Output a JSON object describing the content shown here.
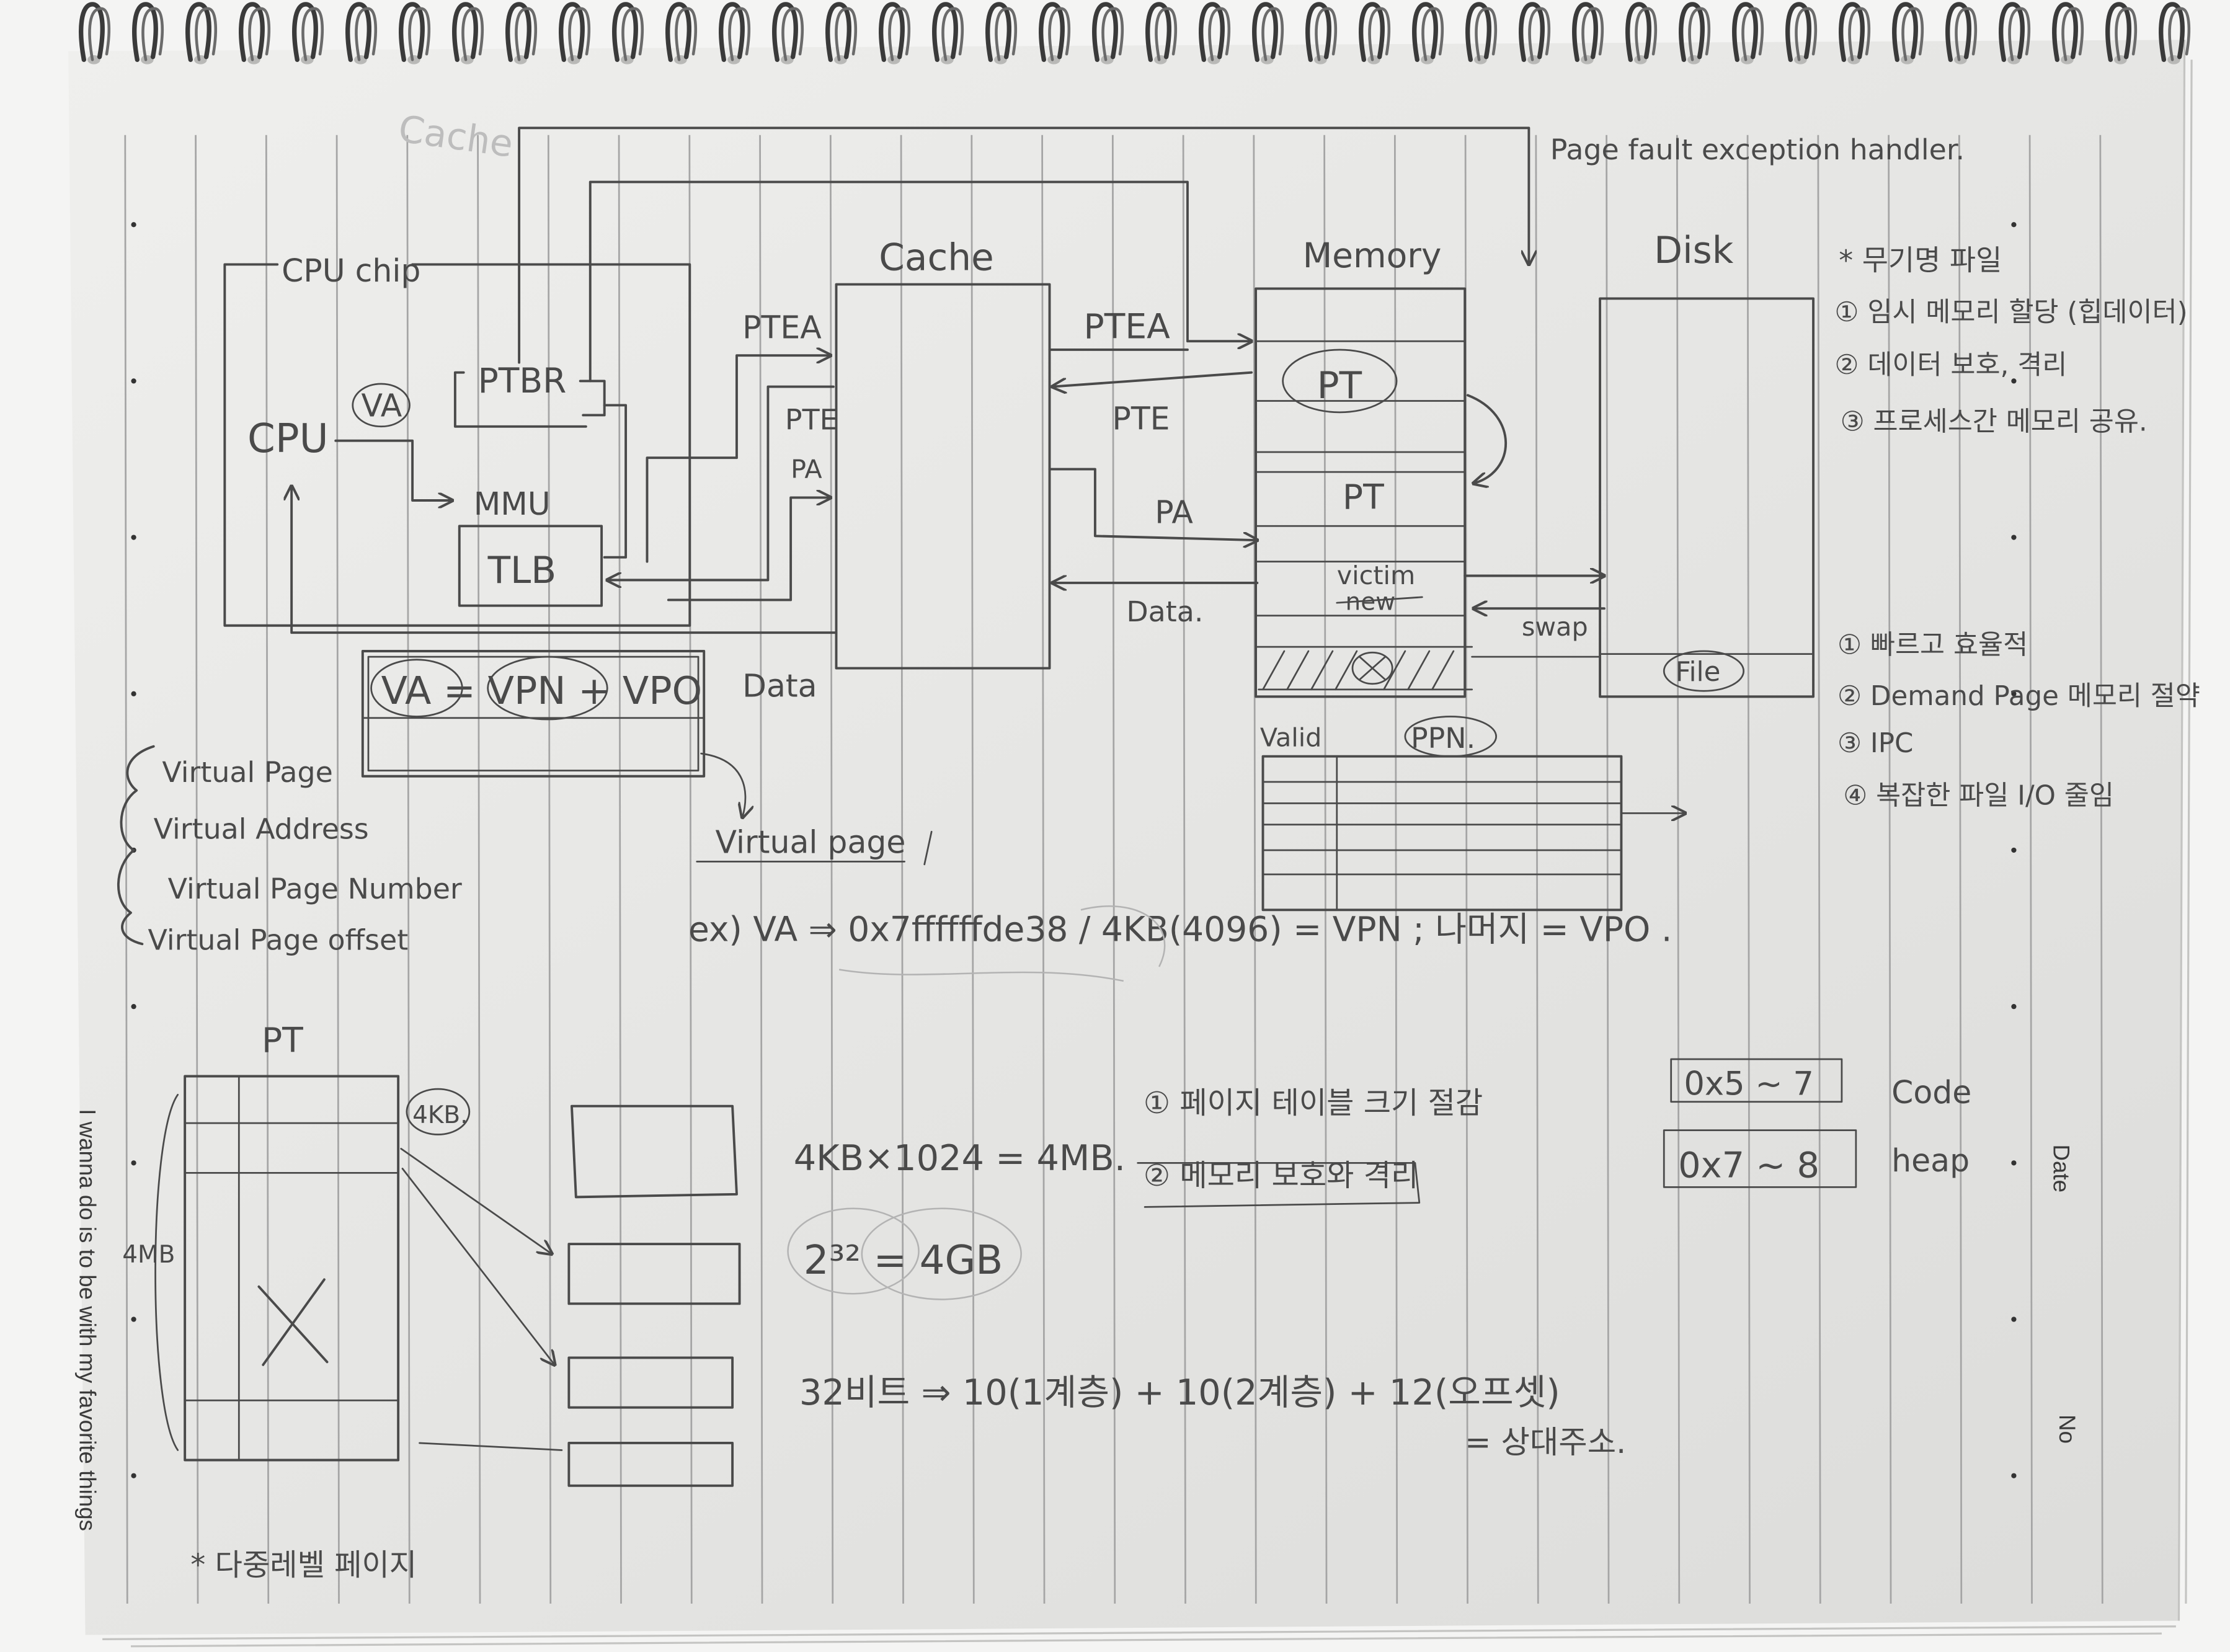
{
  "colors": {
    "paper_light": "#efefed",
    "paper_dark": "#dcdcda",
    "pencil": "#4a4a4a",
    "ruled_line": "#a5a5a5",
    "ring": "#3a3a3a"
  },
  "notebook": {
    "margin_text": "I wanna do is to be with my favorite things",
    "date_label": "Date",
    "no_label": "No"
  },
  "top": {
    "faded_cache": "Cache",
    "page_fault": "Page fault exception handler."
  },
  "cpu_chip": {
    "title": "CPU chip",
    "cpu": "CPU",
    "va": "VA",
    "ptbr": "PTBR",
    "mmu": "MMU",
    "tlb": "TLB",
    "ptea": "PTEA",
    "pte": "PTE",
    "pa": "PA"
  },
  "cache": {
    "title": "Cache",
    "ptea": "PTEA",
    "pte": "PTE",
    "pa": "PA",
    "data": "Data."
  },
  "memory": {
    "title": "Memory",
    "pt_top": "PT",
    "pt_bottom": "PT",
    "victim": "victim",
    "new": "new",
    "swap": "swap"
  },
  "disk": {
    "title": "Disk",
    "file": "File"
  },
  "page_table": {
    "valid": "Valid",
    "ppn": "PPN."
  },
  "va_box": {
    "formula": "VA = VPN + VPO",
    "data": "Data"
  },
  "glossary": [
    "Virtual Page",
    "Virtual Address",
    "Virtual Page Number",
    "Virtual Page offset"
  ],
  "virtual_page_note": "Virtual page",
  "example": "ex) VA ⇒ 0x7ffffffde38 / 4KB(4096) = VPN ; 나머지 = VPO .",
  "anon_file_notes": {
    "title": "* 무기명 파일",
    "items": [
      "① 임시 메모리 할당 (힙데이터)",
      "② 데이터 보호, 격리",
      "③ 프로세스간 메모리 공유."
    ]
  },
  "benefits": [
    "① 빠르고 효율적",
    "② Demand Page 메모리 절약",
    "③ IPC",
    "④ 복잡한 파일 I/O 줄임"
  ],
  "multilevel": {
    "pt_label": "PT",
    "page_size": "4KB.",
    "table_size": "4MB",
    "footnote": "* 다중레벨 페이지"
  },
  "multilevel_benefits": [
    "① 페이지 테이블 크기 절감",
    "② 메모리 보호와 격리"
  ],
  "calculations": {
    "table_size": "4KB×1024 = 4MB.",
    "address_space": "2³² = 4GB",
    "bit_split": "32비트 ⇒ 10(1계층) + 10(2계층) + 12(오프셋)",
    "result": "= 상대주소."
  },
  "segments": [
    {
      "range": "0x5 ~ 7",
      "name": "Code"
    },
    {
      "range": "0x7 ~ 8",
      "name": "heap"
    }
  ]
}
